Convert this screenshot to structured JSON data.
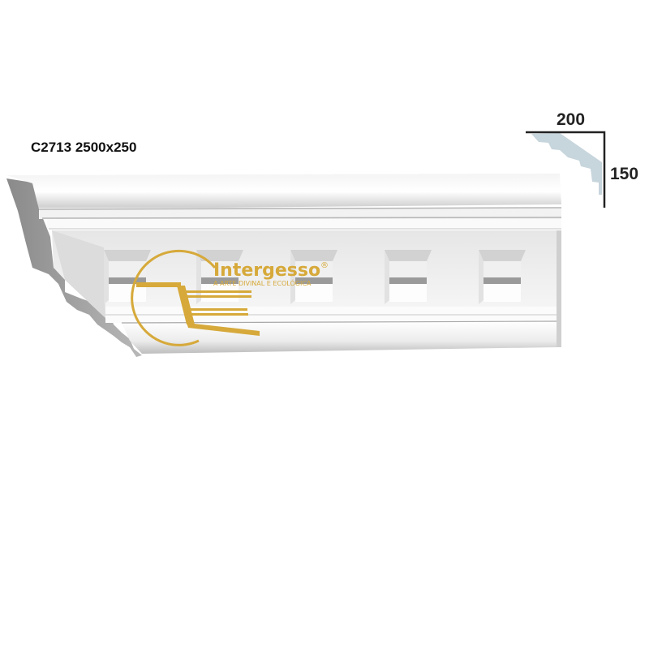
{
  "product": {
    "code": "C2713 2500x250"
  },
  "dimensions": {
    "width": "200",
    "height": "150"
  },
  "logo": {
    "name": "Intergesso",
    "registered": "®",
    "tagline": "A ARTE DIVINAL E ECOLÓGICA"
  },
  "colors": {
    "logo_gold": "#d6a93a",
    "profile_fill": "#c7d5dc",
    "text": "#111111"
  }
}
